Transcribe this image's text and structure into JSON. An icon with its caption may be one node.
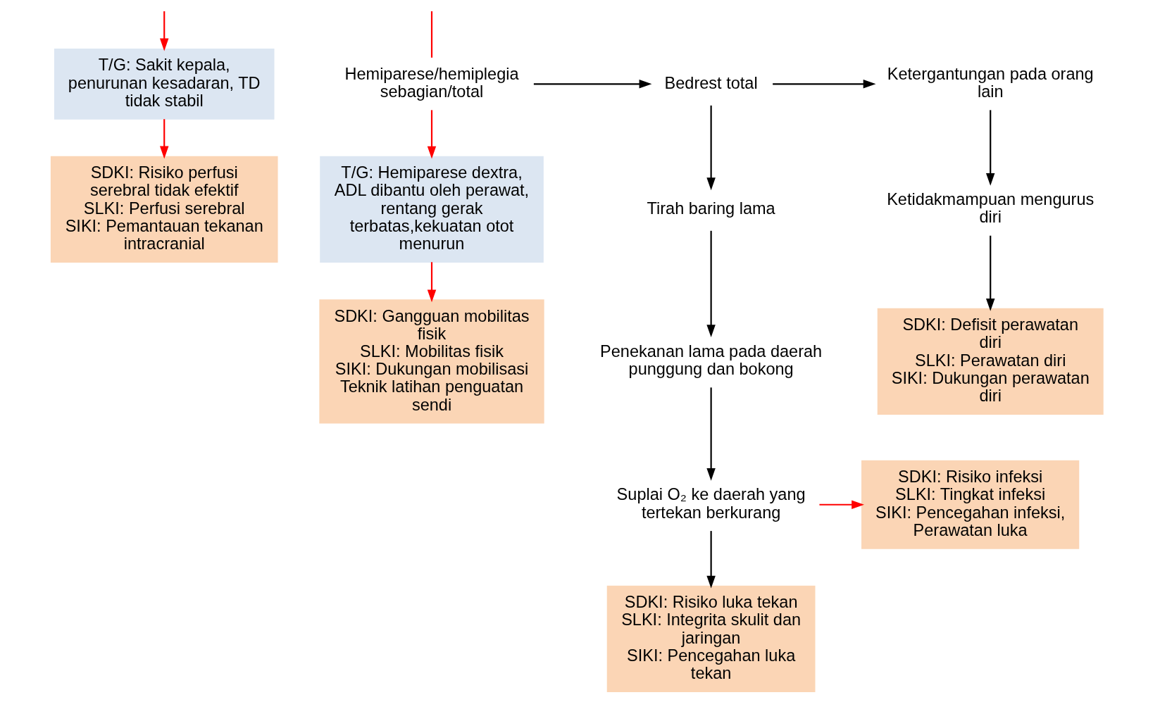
{
  "diagram": {
    "nodes": [
      {
        "text": [
          "T/G: Sakit kepala, penurunan kesadaran, TD tidak stabil"
        ]
      },
      {
        "text": [
          "SDKI: Risiko perfusi serebral tidak efektif",
          "SLKI: Perfusi serebral",
          "SIKI: Pemantauan tekanan intracranial"
        ]
      },
      {
        "text": [
          "Hemiparese/hemiplegia sebagian/total"
        ]
      },
      {
        "text": [
          "T/G: Hemiparese dextra, ADL dibantu oleh perawat, rentang gerak terbatas,kekuatan otot menurun"
        ]
      },
      {
        "text": [
          "SDKI: Gangguan mobilitas fisik",
          "SLKI: Mobilitas fisik",
          "SIKI: Dukungan mobilisasi",
          "Teknik latihan penguatan sendi"
        ]
      },
      {
        "text": [
          "Bedrest total"
        ]
      },
      {
        "text": [
          "Tirah baring lama"
        ]
      },
      {
        "text": [
          "Penekanan lama pada daerah punggung dan bokong"
        ]
      },
      {
        "text": [
          "Suplai O₂ ke daerah yang tertekan berkurang"
        ]
      },
      {
        "text": [
          "SDKI: Risiko luka tekan",
          "SLKI: Integrita skulit dan jaringan",
          "SIKI: Pencegahan luka tekan"
        ]
      },
      {
        "text": [
          "Ketergantungan pada orang lain"
        ]
      },
      {
        "text": [
          "Ketidakmampuan mengurus diri"
        ]
      },
      {
        "text": [
          "SDKI: Defisit perawatan diri",
          "SLKI: Perawatan diri",
          "SIKI: Dukungan perawatan diri"
        ]
      },
      {
        "text": [
          "SDKI: Risiko infeksi",
          "SLKI: Tingkat infeksi",
          "SIKI: Pencegahan infeksi, Perawatan luka"
        ]
      }
    ],
    "edges": [
      {
        "from": null,
        "to": 0,
        "arrow": "to",
        "color": "#ff0000"
      },
      {
        "from": null,
        "to": 2,
        "arrow": "none",
        "color": "#ff0000"
      },
      {
        "from": 0,
        "to": 1,
        "arrow": "to",
        "color": "#ff0000"
      },
      {
        "from": 2,
        "to": 3,
        "arrow": "to",
        "color": "#ff0000"
      },
      {
        "from": 3,
        "to": 4,
        "arrow": "to",
        "color": "#ff0000"
      },
      {
        "from": 2,
        "to": 5,
        "arrow": "to"
      },
      {
        "from": 5,
        "to": 10,
        "arrow": "to"
      },
      {
        "from": 5,
        "to": 6,
        "arrow": "to"
      },
      {
        "from": 6,
        "to": 7,
        "arrow": "to"
      },
      {
        "from": 7,
        "to": 8,
        "arrow": "to"
      },
      {
        "from": 8,
        "to": 9,
        "arrow": "to"
      },
      {
        "from": 8,
        "to": 13,
        "arrow": "to",
        "color": "#ff0000"
      },
      {
        "from": 10,
        "to": 11,
        "arrow": "to"
      },
      {
        "from": 11,
        "to": 12,
        "arrow": "to"
      }
    ]
  }
}
